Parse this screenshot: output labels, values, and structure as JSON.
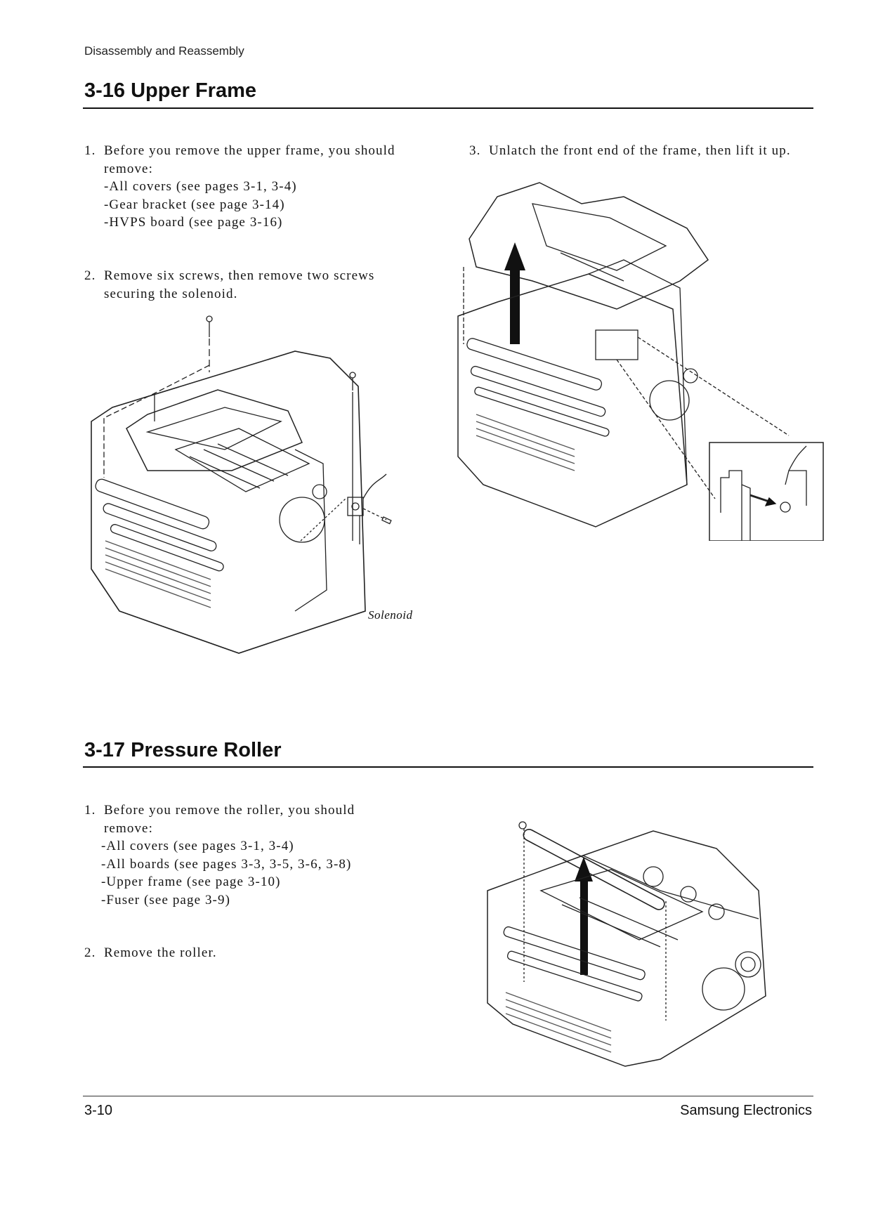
{
  "header": {
    "running_title": "Disassembly and Reassembly"
  },
  "section_upper_frame": {
    "title": "3-16  Upper Frame",
    "step1": {
      "num": "1.",
      "lines": [
        "Before you remove the upper frame, you should",
        "remove:"
      ],
      "items": [
        "-All covers (see pages 3-1, 3-4)",
        "-Gear bracket (see page 3-14)",
        "-HVPS board (see page 3-16)"
      ]
    },
    "step2": {
      "num": "2.",
      "lines": [
        "Remove six screws, then remove two screws",
        "securing the solenoid."
      ]
    },
    "step3": {
      "num": "3.",
      "lines": [
        "Unlatch the front end of the frame, then lift it up."
      ]
    },
    "figure_label": "Solenoid"
  },
  "section_pressure_roller": {
    "title": "3-17  Pressure Roller",
    "step1": {
      "num": "1.",
      "lines": [
        "Before you remove the roller, you should",
        "remove:"
      ],
      "items": [
        "-All covers (see pages 3-1, 3-4)",
        "-All boards (see pages 3-3, 3-5, 3-6, 3-8)",
        "-Upper frame (see page 3-10)",
        "-Fuser (see page 3-9)"
      ]
    },
    "step2": {
      "num": "2.",
      "lines": [
        "Remove the roller."
      ]
    }
  },
  "footer": {
    "page_number": "3-10",
    "company": "Samsung Electronics"
  }
}
